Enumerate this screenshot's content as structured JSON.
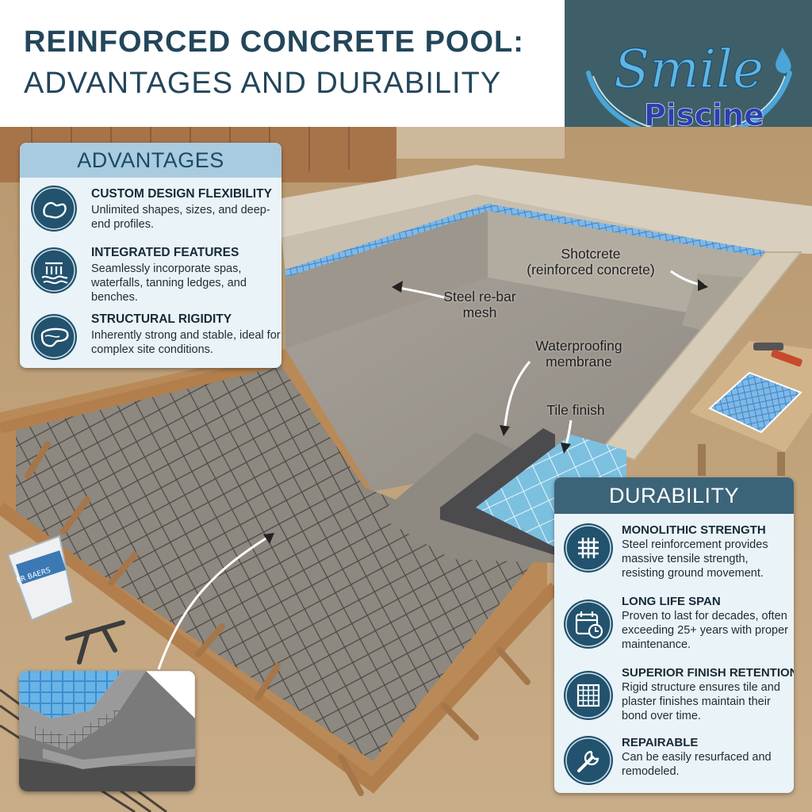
{
  "header": {
    "title_line1": "REINFORCED CONCRETE POOL:",
    "title_line2": "ADVANTAGES AND DURABILITY"
  },
  "logo": {
    "word1": "Smile",
    "word2": "Piscine"
  },
  "advantages": {
    "heading": "ADVANTAGES",
    "items": [
      {
        "icon": "shape-icon",
        "title": "CUSTOM DESIGN FLEXIBILITY",
        "text": "Unlimited shapes, sizes, and deep-end profiles."
      },
      {
        "icon": "waterfall-icon",
        "title": "INTEGRATED FEATURES",
        "text": "Seamlessly incorporate spas, waterfalls, tanning ledges, and benches."
      },
      {
        "icon": "pool-outline-icon",
        "title": "STRUCTURAL RIGIDITY",
        "text": "Inherently strong and stable, ideal for complex site conditions."
      }
    ]
  },
  "durability": {
    "heading": "DURABILITY",
    "items": [
      {
        "icon": "rebar-grid-icon",
        "title": "MONOLITHIC STRENGTH",
        "text": "Steel reinforcement provides massive tensile strength, resisting ground movement."
      },
      {
        "icon": "calendar-clock-icon",
        "title": "LONG LIFE SPAN",
        "text": "Proven to last for decades, often exceeding 25+ years with proper maintenance."
      },
      {
        "icon": "tile-grid-icon",
        "title": "SUPERIOR FINISH RETENTION",
        "text": "Rigid structure ensures tile and plaster finishes maintain their bond over time."
      },
      {
        "icon": "wrench-icon",
        "title": "REPAIRABLE",
        "text": "Can be easily resurfaced and remodeled."
      }
    ]
  },
  "callouts": {
    "shotcrete_line1": "Shotcrete",
    "shotcrete_line2": "(reinforced concrete)",
    "rebar_line1": "Steel re-bar",
    "rebar_line2": "mesh",
    "membrane_line1": "Waterproofing",
    "membrane_line2": "membrane",
    "tile": "Tile finish"
  },
  "props": {
    "bag_label": "PR BAERS"
  },
  "colors": {
    "navy": "#23465a",
    "panel_head_light": "#a9cbe0",
    "panel_head_dark": "#3c6478",
    "icon_circle": "#22526d",
    "logo_bg": "#3e5f68",
    "logo_blue": "#2a3fb0",
    "tile_blue": "#6fb4d6"
  }
}
